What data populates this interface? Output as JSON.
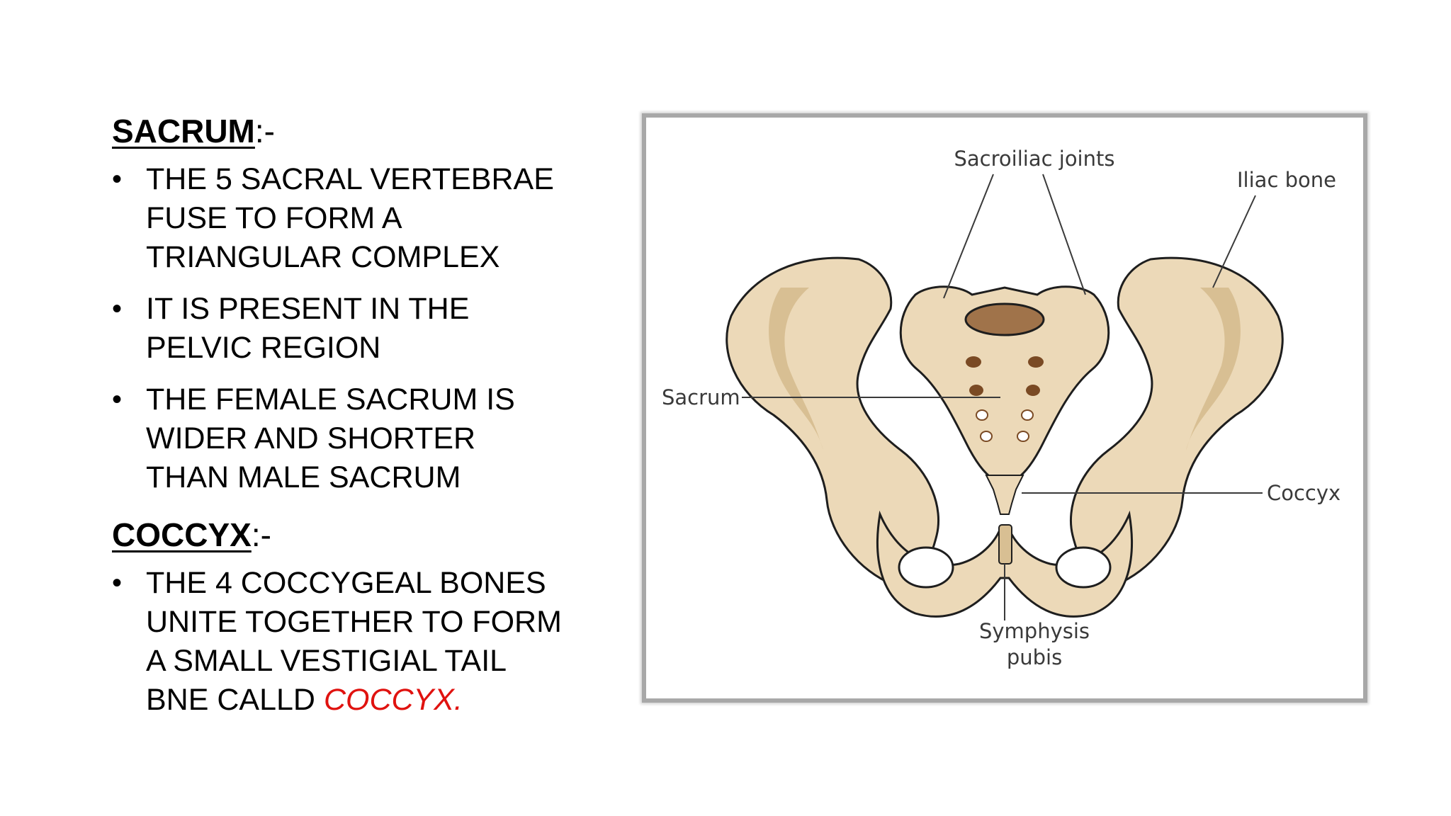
{
  "sections": [
    {
      "heading": "SACRUM",
      "heading_suffix": ":-",
      "bullets": [
        "THE 5 SACRAL VERTEBRAE\nFUSE TO FORM A\nTRIANGULAR COMPLEX",
        "IT IS PRESENT IN THE\nPELVIC REGION",
        "THE FEMALE SACRUM IS\nWIDER AND SHORTER\nTHAN MALE SACRUM"
      ]
    },
    {
      "heading": "COCCYX",
      "heading_suffix": ":-",
      "bullets": [
        "THE 4 COCCYGEAL BONES\nUNITE TOGETHER TO FORM\nA SMALL VESTIGIAL TAIL\nBNE CALLD "
      ],
      "emphasis": "COCCYX."
    }
  ],
  "figure": {
    "labels": {
      "sacroiliac": "Sacroiliac joints",
      "iliac": "Iliac bone",
      "sacrum": "Sacrum",
      "coccyx": "Coccyx",
      "symphysis_line1": "Symphysis",
      "symphysis_line2": "pubis"
    },
    "colors": {
      "bone": "#ecd9b8",
      "bone_shadow": "#d8bf93",
      "outline": "#1e1e1e",
      "foramen": "#7a4a24",
      "label": "#3a3a3a",
      "emphasis": "#e0120f"
    }
  }
}
